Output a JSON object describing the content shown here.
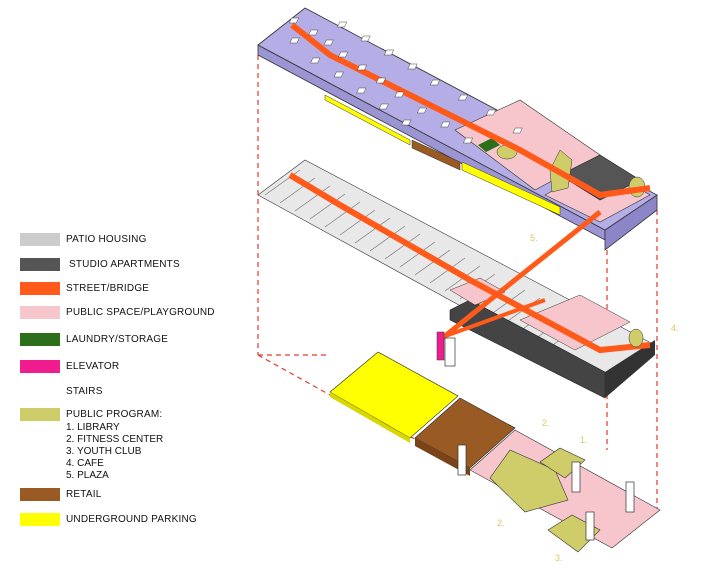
{
  "colors": {
    "patio_housing": "#cccccc",
    "studio_apartments": "#555555",
    "street_bridge": "#ff5a1a",
    "public_space": "#f7c6cc",
    "laundry_storage": "#2c6e1a",
    "elevator": "#ee1c8e",
    "stairs": "#ffffff",
    "public_program": "#cfcc6a",
    "retail": "#9a5a23",
    "underground_parking": "#ffff00",
    "roof": "#b5aee6",
    "dashed": "#e03a2a"
  },
  "legend": {
    "items": [
      {
        "key": "patio_housing",
        "label": "PATIO HOUSING",
        "icon": "swatch"
      },
      {
        "key": "studio_apartments",
        "label": "STUDIO APARTMENTS",
        "icon": "swatch"
      },
      {
        "key": "street_bridge",
        "label": "STREET/BRIDGE",
        "icon": "swatch"
      },
      {
        "key": "public_space",
        "label": "PUBLIC SPACE/PLAYGROUND",
        "icon": "swatch"
      },
      {
        "key": "laundry_storage",
        "label": "LAUNDRY/STORAGE",
        "icon": "swatch"
      },
      {
        "key": "elevator",
        "label": "ELEVATOR",
        "icon": "swatch"
      },
      {
        "key": "stairs",
        "label": "STAIRS",
        "icon": "swatch"
      },
      {
        "key": "public_program",
        "label": "PUBLIC PROGRAM:",
        "icon": "swatch"
      },
      {
        "key": "retail",
        "label": "RETAIL",
        "icon": "swatch"
      },
      {
        "key": "underground_parking",
        "label": "UNDERGROUND PARKING",
        "icon": "swatch"
      }
    ],
    "program_list": [
      "1. LIBRARY",
      "2. FITNESS CENTER",
      "3. YOUTH CLUB",
      "4. CAFE",
      "5. PLAZA"
    ]
  },
  "diagram_labels": {
    "n1": "1.",
    "n2a": "2.",
    "n2b": "2.",
    "n3": "3.",
    "n4": "4.",
    "n5": "5."
  }
}
